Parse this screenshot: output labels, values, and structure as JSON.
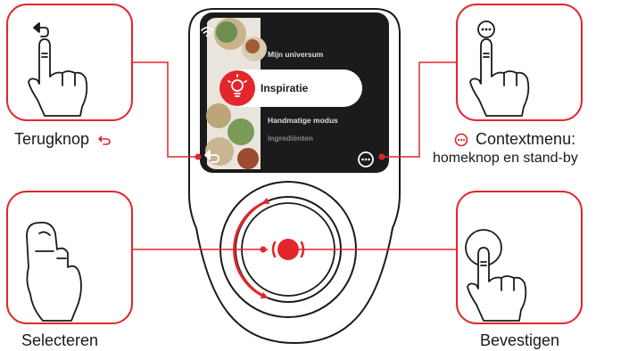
{
  "colors": {
    "accent": "#e3262b",
    "outline": "#1a1a1a",
    "screen_bg": "#1b1b1b",
    "highlight_bg": "#ffffff"
  },
  "screen": {
    "menu_items": [
      "Mijn universum",
      "Inspiratie",
      "Handmatige modus",
      "Ingrediënten"
    ],
    "selected_item": "Inspiratie",
    "selected_icon": "lightbulb-icon",
    "status_icon": "wifi-icon",
    "back_icon": "back-arrow-icon",
    "context_icon": "context-menu-icon"
  },
  "callouts": {
    "back": {
      "label": "Terugknop",
      "icon": "back-arrow-icon"
    },
    "context": {
      "label": "Contextmenu:",
      "sublabel": "homeknop en stand-by",
      "icon": "context-menu-icon"
    },
    "select": {
      "label": "Selecteren"
    },
    "confirm": {
      "label": "Bevestigen"
    }
  }
}
